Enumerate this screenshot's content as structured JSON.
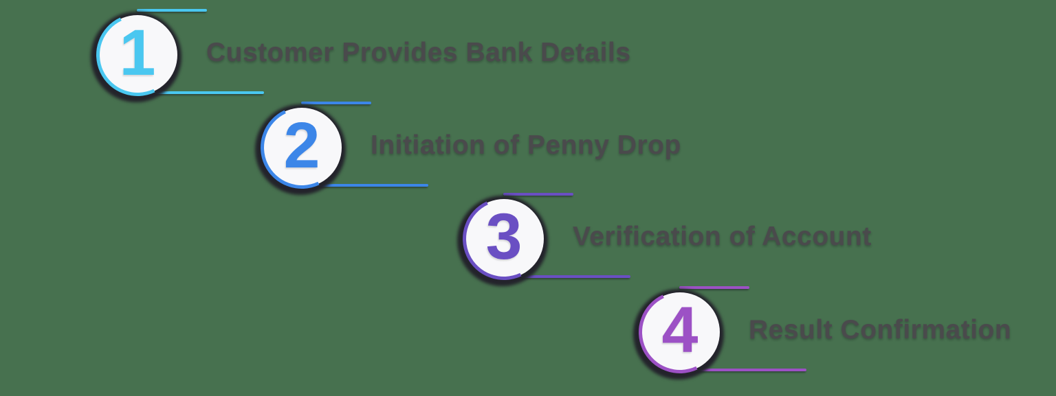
{
  "diagram": {
    "type": "process-steps",
    "background_color": "#47714F",
    "label_color": "#4A4A4C",
    "circle_fill": "#F8F8FA",
    "circle_shadow_color": "#23232B",
    "steps": [
      {
        "number": "1",
        "label": "Customer Provides Bank Details",
        "accent_color": "#4AC7F0"
      },
      {
        "number": "2",
        "label": "Initiation of Penny Drop",
        "accent_color": "#3C86E8"
      },
      {
        "number": "3",
        "label": "Verification of Account",
        "accent_color": "#6A4FC3"
      },
      {
        "number": "4",
        "label": "Result Confirmation",
        "accent_color": "#9C51C5"
      }
    ]
  }
}
